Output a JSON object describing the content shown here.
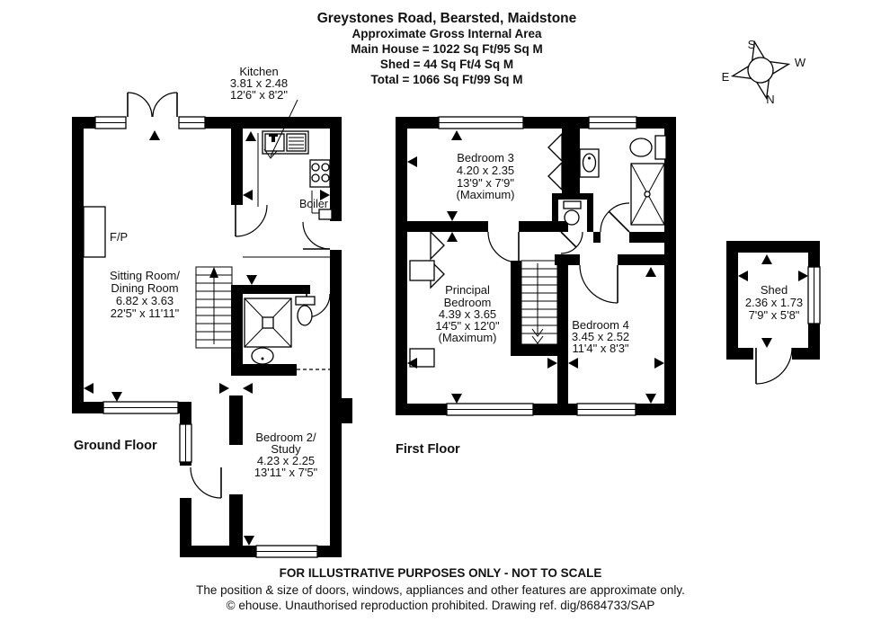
{
  "header": {
    "title": "Greystones Road, Bearsted, Maidstone",
    "subtitle": "Approximate Gross Internal Area",
    "main_house": "Main House = 1022 Sq Ft/95 Sq M",
    "shed_area": "Shed = 44 Sq Ft/4 Sq M",
    "total": "Total = 1066 Sq Ft/99 Sq M"
  },
  "compass": {
    "n": "N",
    "s": "S",
    "e": "E",
    "w": "W"
  },
  "floors": {
    "ground": "Ground Floor",
    "first": "First Floor"
  },
  "rooms": {
    "kitchen": {
      "name": "Kitchen",
      "metric": "3.81 x 2.48",
      "imperial": "12'6\" x 8'2\""
    },
    "sitting_room": {
      "name_line1": "Sitting Room/",
      "name_line2": "Dining Room",
      "metric": "6.82 x 3.63",
      "imperial": "22'5\" x 11'11\""
    },
    "bedroom2": {
      "name_line1": "Bedroom 2/",
      "name_line2": "Study",
      "metric": "4.23 x 2.25",
      "imperial": "13'11\" x 7'5\""
    },
    "bedroom3": {
      "name": "Bedroom 3",
      "metric": "4.20 x 2.35",
      "imperial": "13'9\" x 7'9\"",
      "note": "(Maximum)"
    },
    "principal_bedroom": {
      "name_line1": "Principal",
      "name_line2": "Bedroom",
      "metric": "4.39 x 3.65",
      "imperial": "14'5\" x 12'0\"",
      "note": "(Maximum)"
    },
    "bedroom4": {
      "name": "Bedroom 4",
      "metric": "3.45 x 2.52",
      "imperial": "11'4\" x 8'3\""
    },
    "shed": {
      "name": "Shed",
      "metric": "2.36 x 1.73",
      "imperial": "7'9\" x 5'8\""
    }
  },
  "fixtures": {
    "boiler": "Boiler",
    "fireplace": "F/P"
  },
  "footer": {
    "line1": "FOR ILLUSTRATIVE PURPOSES ONLY - NOT TO SCALE",
    "line2": "The position & size of doors, windows, appliances and other features are approximate only.",
    "line3": "© ehouse. Unauthorised reproduction prohibited. Drawing ref. dig/8684733/SAP"
  }
}
